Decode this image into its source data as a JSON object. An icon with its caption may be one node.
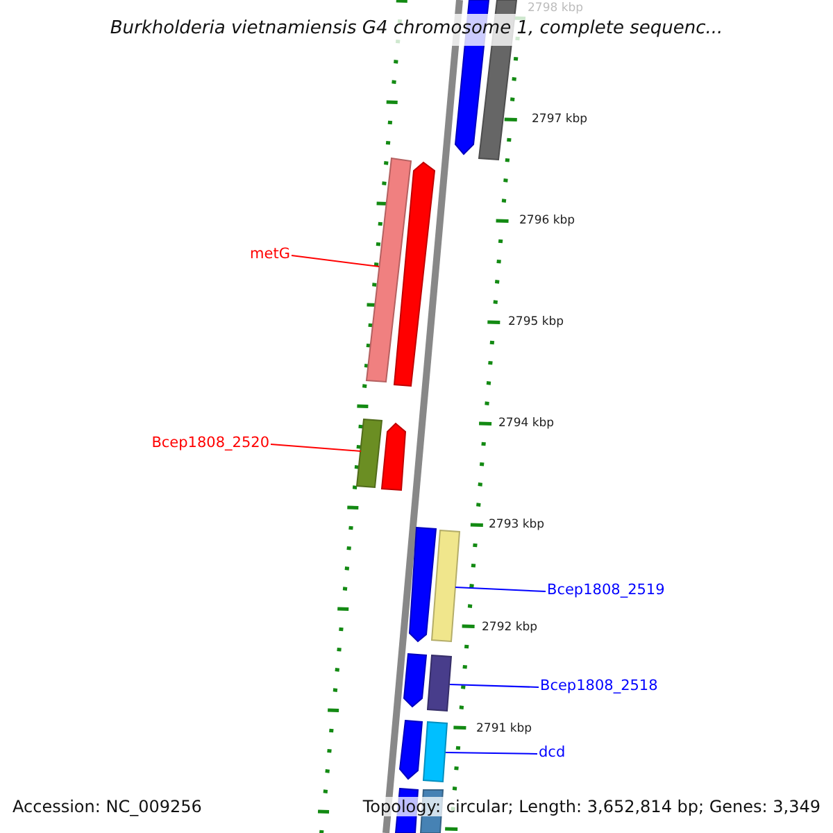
{
  "diagram": {
    "title": "Burkholderia vietnamiensis G4 chromosome 1, complete sequenc...",
    "nodes": [
      {
        "text": [],
        "shape": "bar"
      },
      {
        "text": [],
        "shape": "bar"
      },
      {
        "text": [
          "metG"
        ]
      },
      {
        "text": [],
        "shape": "bar"
      },
      {
        "text": [],
        "shape": "bar"
      },
      {
        "text": [
          "Bcep1808_2520"
        ]
      },
      {
        "text": [],
        "shape": "bar"
      },
      {
        "text": [],
        "shape": "bar"
      },
      {
        "text": [],
        "shape": "bar"
      },
      {
        "text": [],
        "shape": "bar"
      },
      {
        "text": [
          "Bcep1808_2519"
        ]
      },
      {
        "text": [],
        "shape": "bar"
      },
      {
        "text": [],
        "shape": "bar"
      },
      {
        "text": [
          "Bcep1808_2518"
        ]
      },
      {
        "text": [],
        "shape": "bar"
      },
      {
        "text": [],
        "shape": "bar"
      },
      {
        "text": [
          "dcd"
        ]
      },
      {
        "text": [],
        "shape": "bar"
      },
      {
        "text": [],
        "shape": "bar"
      }
    ],
    "edges": [
      {
        "from": 2,
        "to": 3,
        "arrow": "none",
        "color": "#ff0000"
      },
      {
        "from": 5,
        "to": 6,
        "arrow": "none",
        "color": "#ff0000"
      },
      {
        "from": 10,
        "to": 9,
        "arrow": "none"
      },
      {
        "from": 13,
        "to": 12,
        "arrow": "none"
      },
      {
        "from": 16,
        "to": 15,
        "arrow": "none"
      }
    ],
    "labels": [
      "2798 kbp",
      "2797 kbp",
      "2796 kbp",
      "2795 kbp",
      "2794 kbp",
      "2793 kbp",
      "2792 kbp",
      "2791 kbp",
      "Accession: NC_009256",
      "Topology: circular; Length: 3,652,814 bp; Genes: 3,349"
    ]
  }
}
